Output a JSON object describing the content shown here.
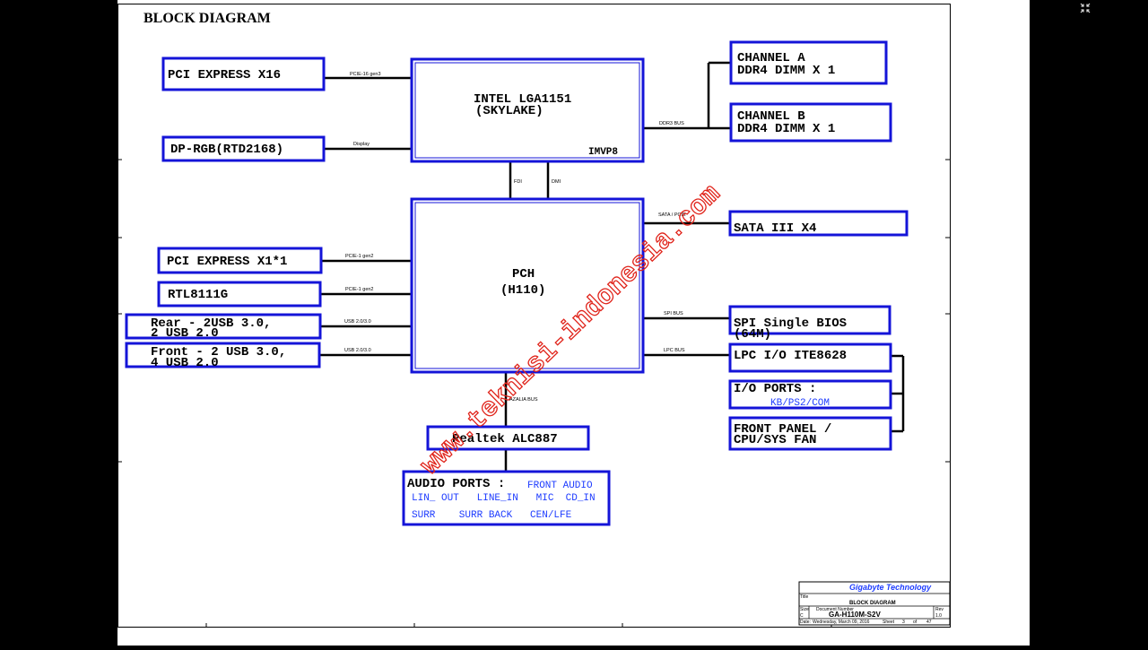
{
  "title": "BLOCK DIAGRAM",
  "watermark": "www.teknisi-indonesia.com",
  "blocks": {
    "cpu": {
      "line1": "INTEL LGA1151",
      "line2": "(SKYLAKE)",
      "tag": "IMVP8"
    },
    "pch": {
      "line1": "PCH",
      "line2": "(H110)"
    },
    "pcie16": "PCI EXPRESS X16",
    "dp": "DP-RGB(RTD2168)",
    "chA": {
      "line1": "CHANNEL A",
      "line2": "DDR4  DIMM X 1"
    },
    "chB": {
      "line1": "CHANNEL B",
      "line2": "DDR4 DIMM X 1"
    },
    "sata": "SATA III X4",
    "pcie1": "PCI EXPRESS X1*1",
    "rtl": "RTL8111G",
    "rear": {
      "line1": "Rear - 2USB 3.0,",
      "line2": " 2 USB 2.0"
    },
    "front": {
      "line1": "Front - 2 USB 3.0,",
      "line2": "4 USB 2.0"
    },
    "spi": {
      "line1": "SPI Single BIOS",
      "line2": "(64M)"
    },
    "lpc": "LPC I/O ITE8628",
    "io": {
      "line1": "I/O PORTS :",
      "line2": "KB/PS2/COM"
    },
    "fp": {
      "line1": "FRONT PANEL /",
      "line2": "CPU/SYS FAN"
    },
    "alc": "Realtek ALC887",
    "audio": {
      "label": "AUDIO PORTS :",
      "a1": "FRONT AUDIO",
      "a2": "LIN_ OUT   LINE_IN   MIC  CD_IN",
      "a3": "SURR    SURR BACK   CEN/LFE"
    }
  },
  "buses": {
    "pcie16": "PCIE-16 gen3",
    "display": "Display",
    "ddr": "DDR3 BUS",
    "fdi": "FDI",
    "dmi": "DMI",
    "sata": "SATA / PCIE",
    "pcie1a": "PCIE-1 gen2",
    "pcie1b": "PCIE-1 gen2",
    "usb1": "USB 2.0/3.0",
    "usb2": "USB 2.0/3.0",
    "spi": "SPI BUS",
    "lpc": "LPC BUS",
    "azalia": "AZALIA BUS"
  },
  "title_block": {
    "company": "Gigabyte Technology",
    "title_label": "Title",
    "doc_title": "BLOCK DIAGRAM",
    "size_label": "Size",
    "size": "C",
    "docnum_label": "Document Number",
    "model": "GA-H110M-S2V",
    "rev_label": "Rev",
    "rev": "1.0",
    "date_label": "Date:",
    "date": "Wednesday, March 09, 2016",
    "sheet_label": "Sheet",
    "sheet": "3",
    "of_label": "of",
    "of": "47"
  }
}
